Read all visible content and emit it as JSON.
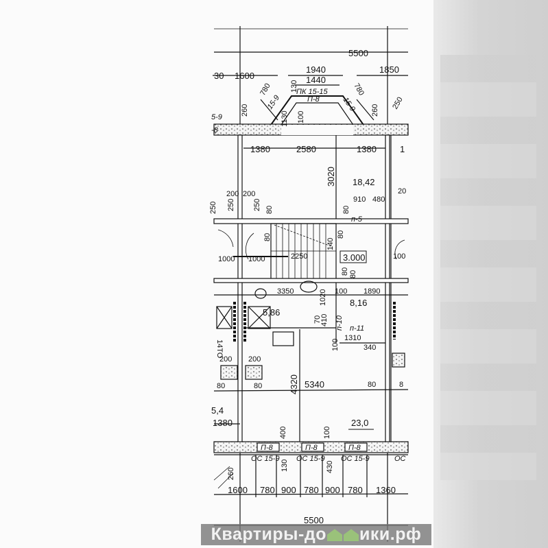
{
  "plan": {
    "top": {
      "overall": "5500",
      "left": "1600",
      "bay_outer": "1940",
      "bay_inner": "1440",
      "right": "1850",
      "edge": "30",
      "diag_a": "780",
      "diag_b": "780",
      "h_a": "260",
      "h_b": "260",
      "h_c": "250",
      "bay_depth": "1130",
      "bay_wall": "100",
      "bay_top_label": "ПК 15-15",
      "bay_slab": "П-8",
      "side_label": "5-9",
      "side_label2": "-8",
      "diag_label_l": "15-9",
      "diag_label_r": "15-9",
      "ext": "130"
    },
    "living": {
      "d1": "1380",
      "d2": "2580",
      "d3": "1380",
      "d4": "1",
      "height": "3020",
      "area": "18,42"
    },
    "middle": {
      "w200a": "200",
      "w200b": "200",
      "w250a": "250",
      "w250b": "250",
      "w80a": "80",
      "w80b": "80",
      "d910": "910",
      "d480": "480",
      "d200": "20",
      "lintel": "п-5",
      "stair_w": "2250",
      "door_l": "1000",
      "door_r": "1000",
      "door_far": "100",
      "stair_v": "140",
      "level": "3.000",
      "v80a": "80",
      "v80b": "80",
      "d80c": "80",
      "d80d": "80",
      "d250c": "250"
    },
    "wet": {
      "d3350": "3350",
      "d100": "100",
      "d1890": "1890",
      "v1020": "1020",
      "area_hall": "8,16",
      "area_bath": "5,86",
      "lintel10": "п-10",
      "v70": "70",
      "v410": "410",
      "lintel11": "п-11",
      "d1310": "1310",
      "d340": "340",
      "v100": "100",
      "side": "14TO"
    },
    "kitchen": {
      "w200a": "200",
      "w200b": "200",
      "d80a": "80",
      "d80b": "80",
      "d5340": "5340",
      "d80c": "80",
      "d80d": "8",
      "v4320": "4320",
      "area_left": "5,4",
      "d1380": "1380",
      "area": "23,0",
      "v400": "400",
      "v100": "100"
    },
    "bottom": {
      "slab": "П-8",
      "wall": "ОС 15-9",
      "oc": "ОС",
      "v130": "130",
      "v430": "430",
      "h260": "260",
      "dims": [
        "1600",
        "780",
        "900",
        "780",
        "900",
        "780",
        "1360"
      ],
      "overall": "5500"
    }
  },
  "watermark": {
    "text_a": "Квартиры-до",
    "text_b": "ики.рф"
  }
}
